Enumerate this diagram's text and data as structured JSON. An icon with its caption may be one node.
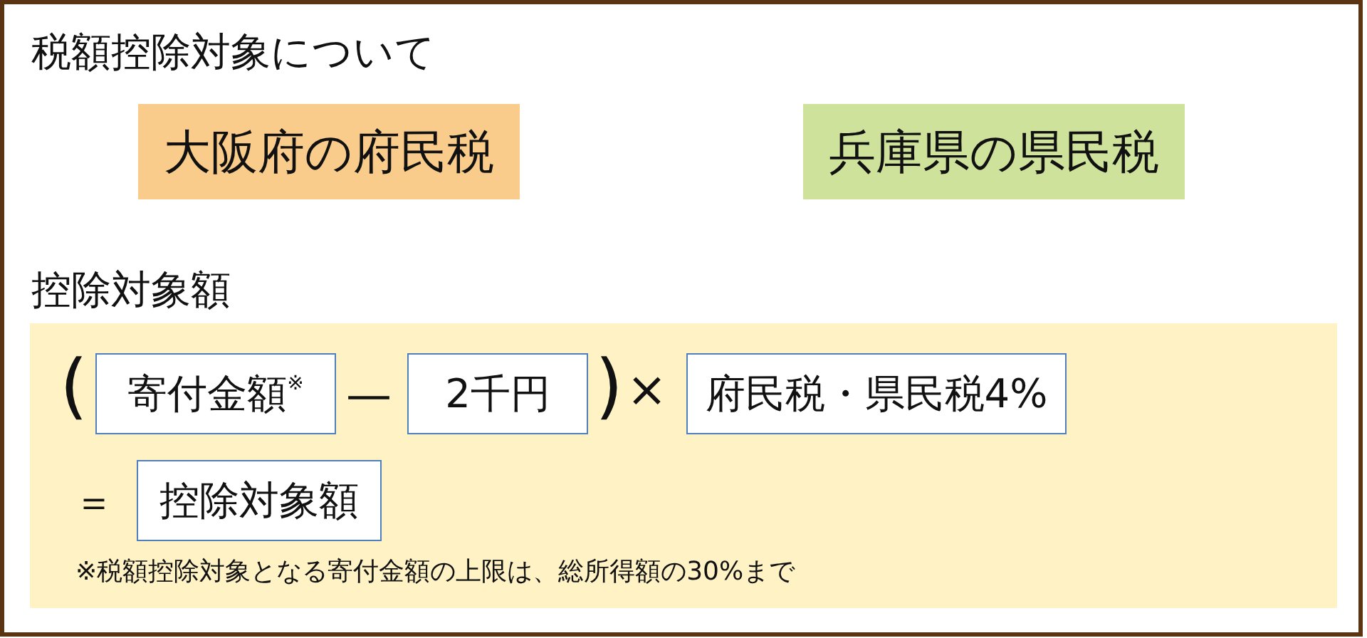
{
  "diagram": {
    "title": "税額控除対象について",
    "nodes": [
      {
        "text": [
          "大阪府の府民税"
        ]
      },
      {
        "text": [
          "兵庫県の県民税"
        ]
      },
      {
        "text": [
          "控除対象額",
          "※税額控除対象となる寄付金額の上限は、総所得額の30%まで"
        ]
      },
      {
        "text": [
          "寄付金額$^{※}$"
        ],
        "in": 2
      },
      {
        "text": [
          "2千円"
        ],
        "in": 2
      },
      {
        "text": [
          "府民税・県民税4%"
        ],
        "in": 2
      },
      {
        "text": [
          "控除対象額"
        ],
        "in": 2
      }
    ],
    "labels": [
      "(",
      "—",
      ")",
      "×",
      "＝"
    ]
  }
}
